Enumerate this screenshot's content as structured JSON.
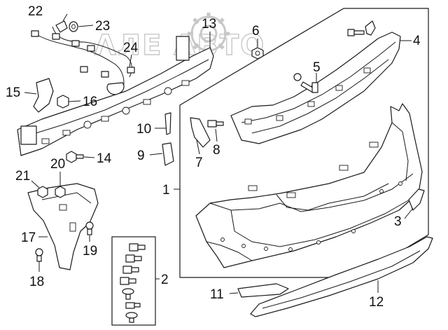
{
  "watermark": "ΛЛЕ   ΛВТО",
  "callouts": {
    "c1": "1",
    "c2": "2",
    "c3": "3",
    "c4": "4",
    "c5": "5",
    "c6": "6",
    "c7": "7",
    "c8": "8",
    "c9": "9",
    "c10": "10",
    "c11": "11",
    "c12": "12",
    "c13": "13",
    "c14": "14",
    "c15": "15",
    "c16": "16",
    "c17": "17",
    "c18": "18",
    "c19": "19",
    "c20": "20",
    "c21": "21",
    "c22": "22",
    "c23": "23",
    "c24": "24"
  }
}
